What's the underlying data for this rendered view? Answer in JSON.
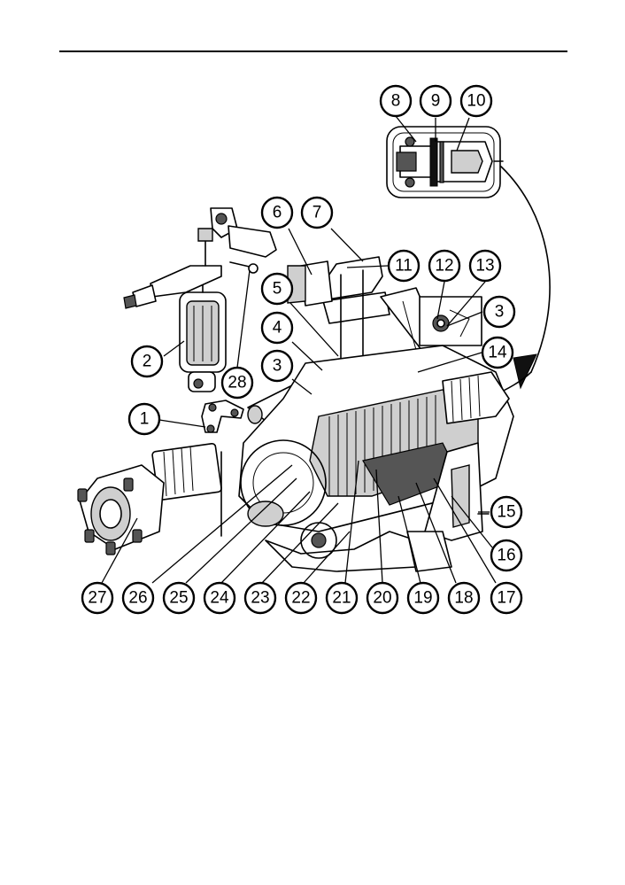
{
  "callouts": [
    {
      "id": "c8",
      "label": "8"
    },
    {
      "id": "c9",
      "label": "9"
    },
    {
      "id": "c10",
      "label": "10"
    },
    {
      "id": "c6",
      "label": "6"
    },
    {
      "id": "c7",
      "label": "7"
    },
    {
      "id": "c11",
      "label": "11"
    },
    {
      "id": "c12",
      "label": "12"
    },
    {
      "id": "c13",
      "label": "13"
    },
    {
      "id": "c5",
      "label": "5"
    },
    {
      "id": "c3a",
      "label": "3"
    },
    {
      "id": "c4",
      "label": "4"
    },
    {
      "id": "c14",
      "label": "14"
    },
    {
      "id": "c3b",
      "label": "3"
    },
    {
      "id": "c2",
      "label": "2"
    },
    {
      "id": "c28",
      "label": "28"
    },
    {
      "id": "c1",
      "label": "1"
    },
    {
      "id": "c15",
      "label": "15"
    },
    {
      "id": "c16",
      "label": "16"
    },
    {
      "id": "c27",
      "label": "27"
    },
    {
      "id": "c26",
      "label": "26"
    },
    {
      "id": "c25",
      "label": "25"
    },
    {
      "id": "c24",
      "label": "24"
    },
    {
      "id": "c23",
      "label": "23"
    },
    {
      "id": "c22",
      "label": "22"
    },
    {
      "id": "c21",
      "label": "21"
    },
    {
      "id": "c20",
      "label": "20"
    },
    {
      "id": "c19",
      "label": "19"
    },
    {
      "id": "c18",
      "label": "18"
    },
    {
      "id": "c17",
      "label": "17"
    }
  ]
}
